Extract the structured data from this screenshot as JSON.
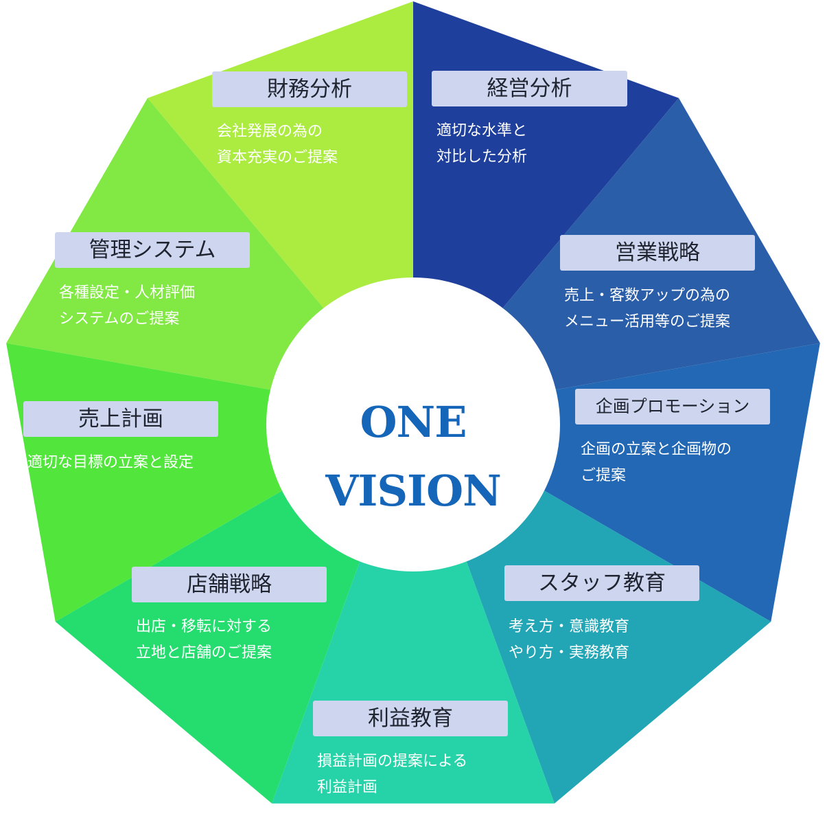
{
  "center": {
    "title": "ONE VISION"
  },
  "segments": [
    {
      "title": "経営分析",
      "lines": [
        "適切な水準と",
        "対比した分析"
      ],
      "color": "#1e3f9b"
    },
    {
      "title": "営業戦略",
      "lines": [
        "売上・客数アップの為の",
        "メニュー活用等のご提案"
      ],
      "color": "#2b5ea8"
    },
    {
      "title": "企画プロモーション",
      "lines": [
        "企画の立案と企画物の",
        "ご提案"
      ],
      "color": "#2368b4"
    },
    {
      "title": "スタッフ教育",
      "lines": [
        "考え方・意識教育",
        "やり方・実務教育"
      ],
      "color": "#22a6b5"
    },
    {
      "title": "利益教育",
      "lines": [
        "損益計画の提案による",
        "利益計画"
      ],
      "color": "#26d3a8"
    },
    {
      "title": "店舗戦略",
      "lines": [
        "出店・移転に対する",
        "立地と店舗のご提案"
      ],
      "color": "#25dd6f"
    },
    {
      "title": "売上計画",
      "lines": [
        "適切な目標の立案と設定"
      ],
      "color": "#52e63d"
    },
    {
      "title": "管理システム",
      "lines": [
        "各種設定・人材評価",
        "システムのご提案"
      ],
      "color": "#82e843"
    },
    {
      "title": "財務分析",
      "lines": [
        "会社発展の為の",
        "資本充実のご提案"
      ],
      "color": "#acec40"
    }
  ]
}
